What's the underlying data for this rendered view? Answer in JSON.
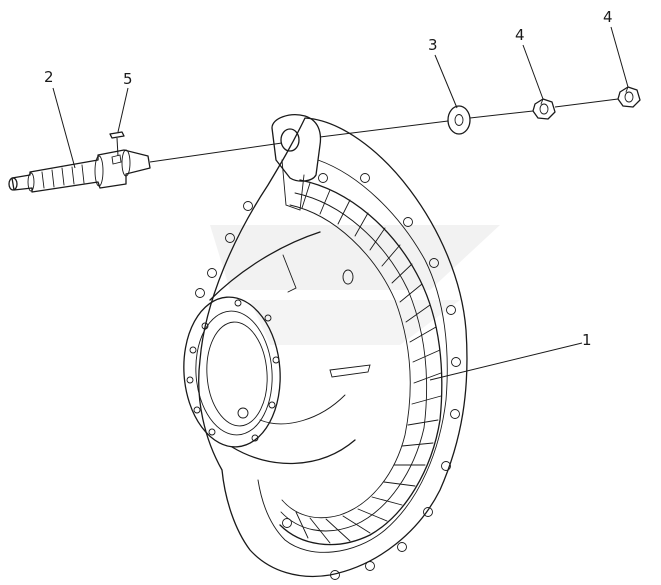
{
  "callouts": [
    {
      "id": "c1",
      "text": "1"
    },
    {
      "id": "c2",
      "text": "2"
    },
    {
      "id": "c3",
      "text": "3"
    },
    {
      "id": "c4a",
      "text": "4"
    },
    {
      "id": "c4b",
      "text": "4"
    },
    {
      "id": "c5",
      "text": "5"
    }
  ]
}
